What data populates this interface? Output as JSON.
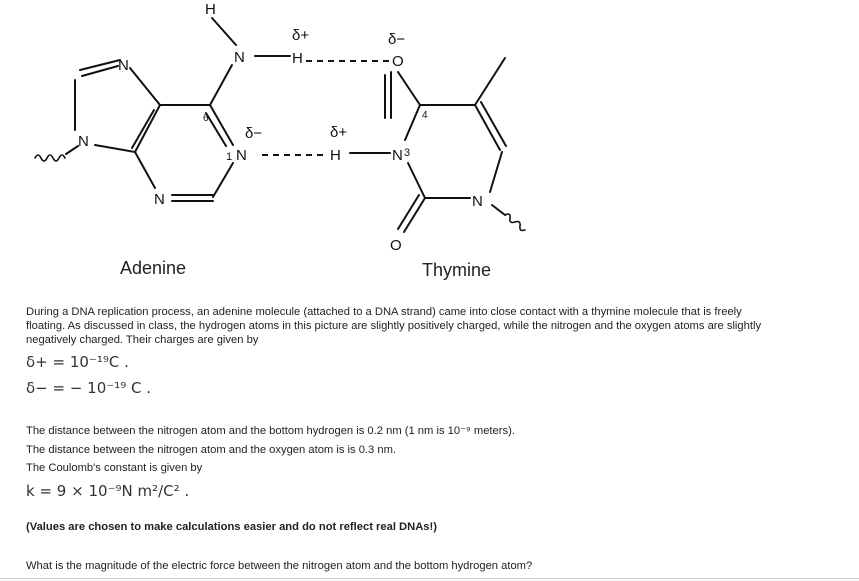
{
  "diagram": {
    "adenine_label": "Adenine",
    "thymine_label": "Thymine",
    "atoms": {
      "H_top": "H",
      "N_top": "N",
      "H_mid": "H",
      "O_top": "O",
      "N1": "N",
      "N1_num": "1",
      "H_bot": "H",
      "N3": "N",
      "N3_num": "3",
      "N_ring_top_left": "N",
      "N_ring_left": "N",
      "N_ring_bottom": "N",
      "N_thymine_bottom": "N",
      "O_bottom": "O",
      "num_6": "6",
      "num_4": "4"
    },
    "charges": {
      "delta_plus_top": "δ+",
      "delta_minus_top": "δ−",
      "delta_minus_mid": "δ−",
      "delta_plus_mid": "δ+"
    }
  },
  "text": {
    "intro_line1": "During a DNA replication process, an adenine molecule (attached to a DNA strand) came into close contact with a thymine molecule that is freely",
    "intro_line2": "floating. As discussed in class, the hydrogen atoms in this picture are slightly positively charged, while the nitrogen and the oxygen atoms are slightly",
    "intro_line3": "negatively charged. Their charges are given by",
    "eq_delta_plus": "δ+ = 10⁻¹⁹C .",
    "eq_delta_minus": "δ− = − 10⁻¹⁹ C .",
    "distance_nh": "The distance between the nitrogen atom and the bottom hydrogen is 0.2 nm (1 nm is 10⁻⁹ meters).",
    "distance_no": "The distance between the nitrogen atom and the oxygen atom is is 0.3 nm.",
    "coulomb_intro": "The Coulomb's constant is given by",
    "eq_k": "k = 9 × 10⁻⁹N m²/C² .",
    "note": "(Values are chosen to make calculations easier and do not reflect real DNAs!)",
    "question": "What is the magnitude of the electric force between the nitrogen atom and the bottom hydrogen atom?"
  }
}
